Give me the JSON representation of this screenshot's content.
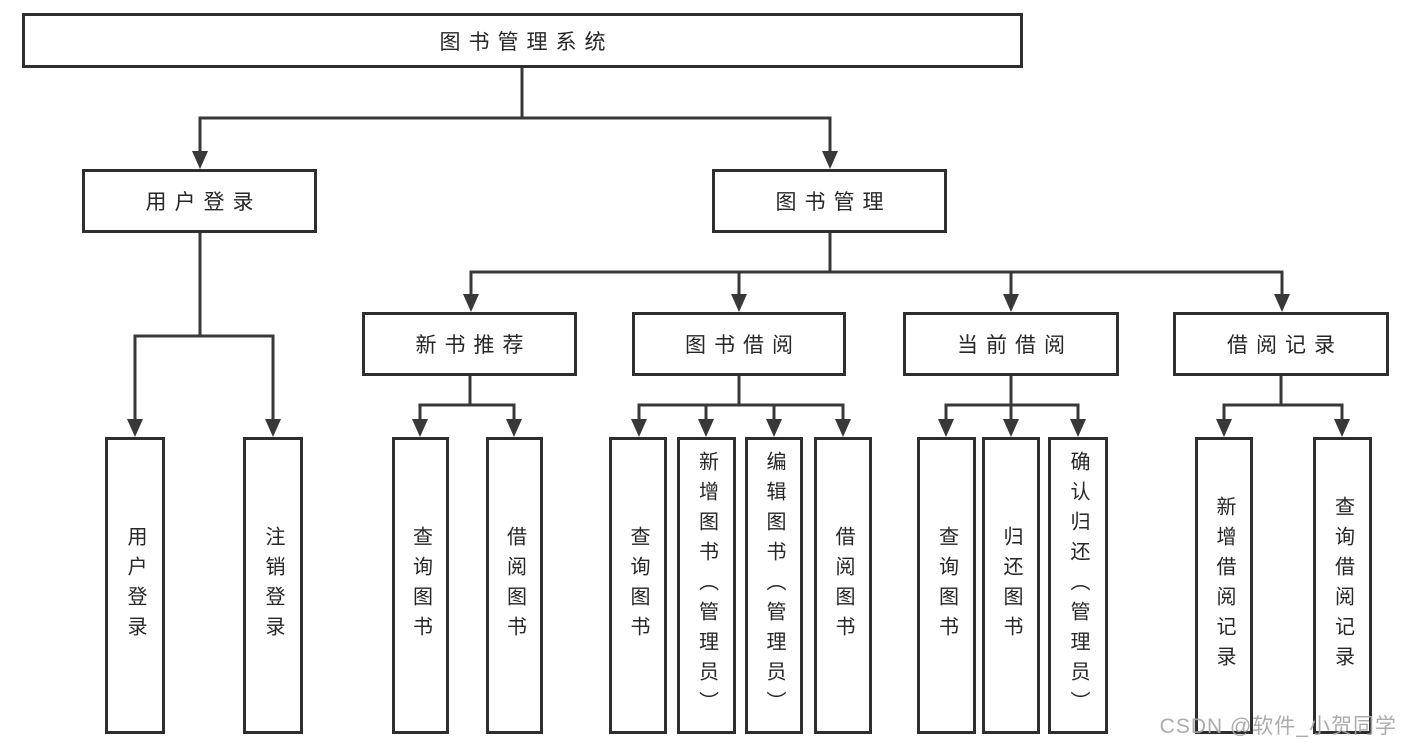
{
  "tree": {
    "root": "图书管理系统",
    "branches": [
      {
        "label": "用户登录",
        "children": [
          "用户登录",
          "注销登录"
        ]
      },
      {
        "label": "图书管理",
        "groups": [
          {
            "label": "新书推荐",
            "children": [
              "查询图书",
              "借阅图书"
            ]
          },
          {
            "label": "图书借阅",
            "children": [
              "查询图书",
              "新增图书（管理员）",
              "编辑图书（管理员）",
              "借阅图书"
            ]
          },
          {
            "label": "当前借阅",
            "children": [
              "查询图书",
              "归还图书",
              "确认归还（管理员）"
            ]
          },
          {
            "label": "借阅记录",
            "children": [
              "新增借阅记录",
              "查询借阅记录"
            ]
          }
        ]
      }
    ]
  },
  "watermark": {
    "text": "CSDN @软件_小贺同学",
    "color": "#a8a8a8"
  },
  "colors": {
    "background": "#ffffff",
    "line": "#383838",
    "box_border": "#2e2e2e",
    "text": "#262626"
  }
}
